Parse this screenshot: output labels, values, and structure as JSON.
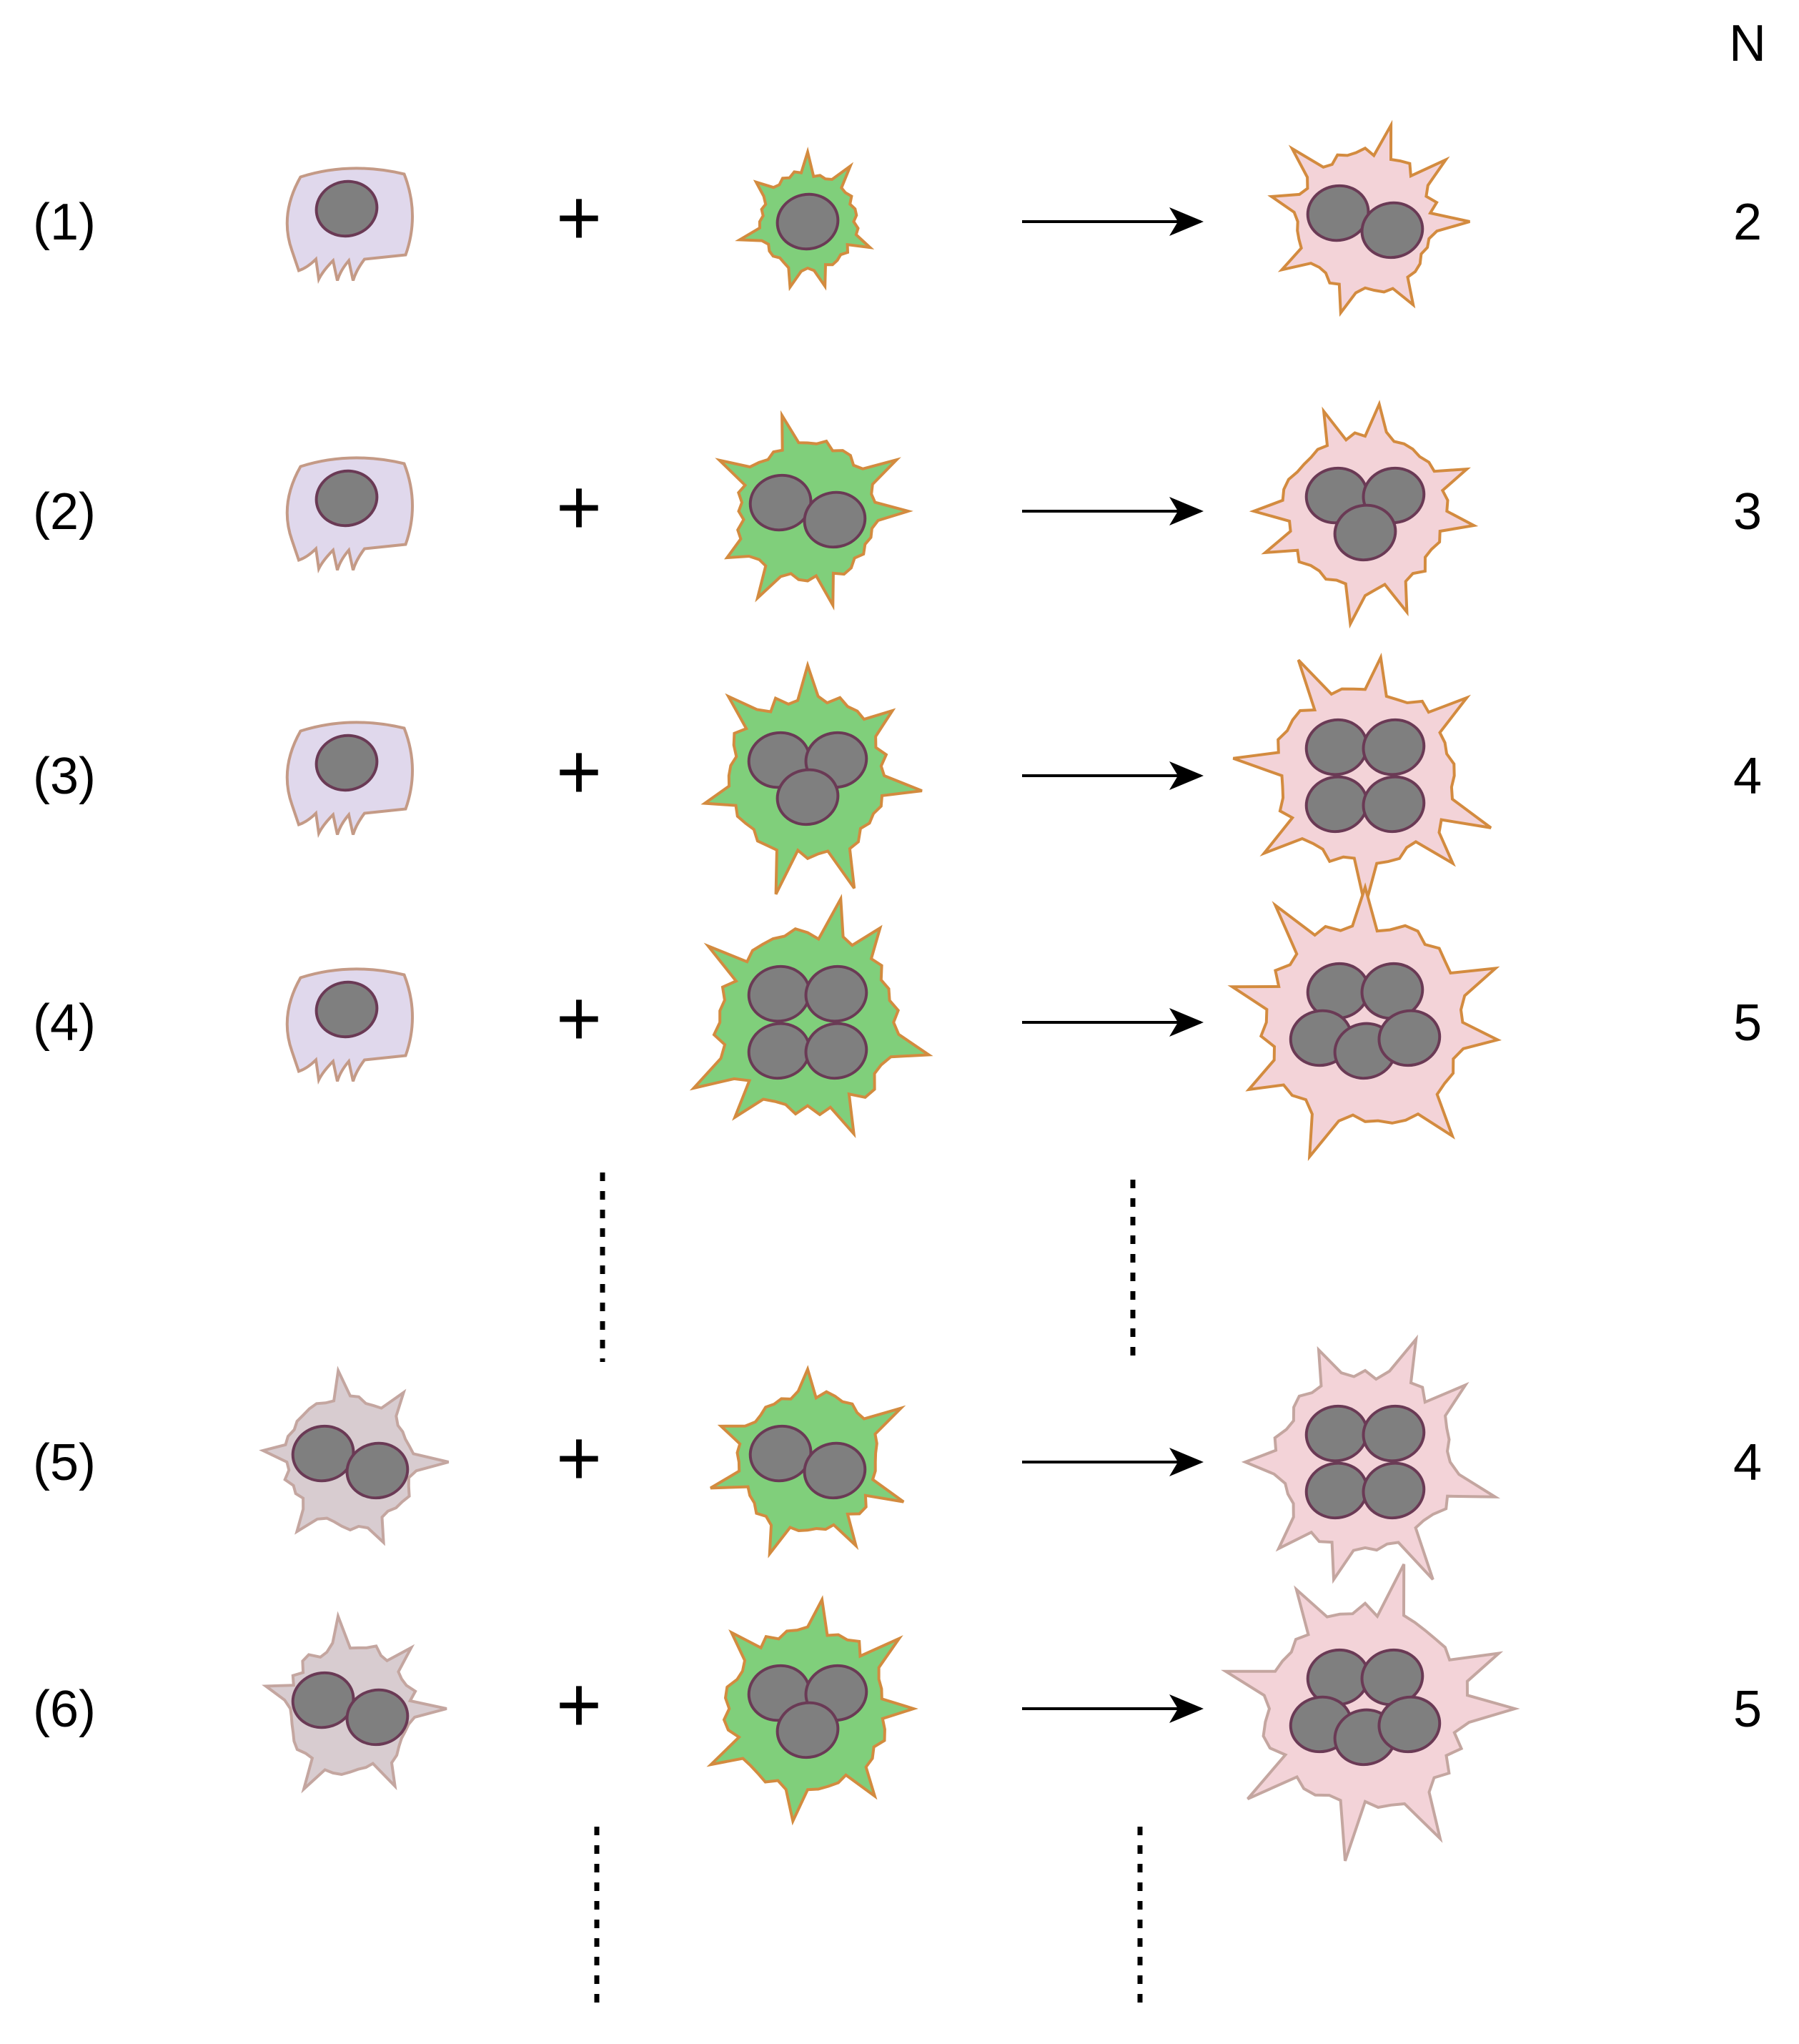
{
  "header": {
    "n_label": "N"
  },
  "operators": {
    "plus": "+"
  },
  "colors": {
    "mononuclear_fill": "#e0d8ec",
    "mononuclear_stroke": "#c49a86",
    "binucleated_fill": "#d8ccd0",
    "binucleated_stroke": "#c4a6a0",
    "partner_fill": "#80cf7b",
    "partner_stroke": "#d38b3f",
    "product_fill": "#f3d3d8",
    "product_stroke": "#d38b3f",
    "nucleus_fill": "#7f7f7f",
    "nucleus_stroke": "#6a3a55"
  },
  "rows": [
    {
      "label": "(1)",
      "left_type": "mononuclear",
      "left_nuclei": 1,
      "partner_nuclei": 1,
      "product_nuclei": 2,
      "n": "2"
    },
    {
      "label": "(2)",
      "left_type": "mononuclear",
      "left_nuclei": 1,
      "partner_nuclei": 2,
      "product_nuclei": 3,
      "n": "3"
    },
    {
      "label": "(3)",
      "left_type": "mononuclear",
      "left_nuclei": 1,
      "partner_nuclei": 3,
      "product_nuclei": 4,
      "n": "4"
    },
    {
      "label": "(4)",
      "left_type": "mononuclear",
      "left_nuclei": 1,
      "partner_nuclei": 4,
      "product_nuclei": 5,
      "n": "5"
    },
    {
      "label": "(5)",
      "left_type": "binucleated",
      "left_nuclei": 2,
      "partner_nuclei": 2,
      "product_nuclei": 4,
      "n": "4"
    },
    {
      "label": "(6)",
      "left_type": "binucleated",
      "left_nuclei": 2,
      "partner_nuclei": 3,
      "product_nuclei": 5,
      "n": "5"
    }
  ]
}
